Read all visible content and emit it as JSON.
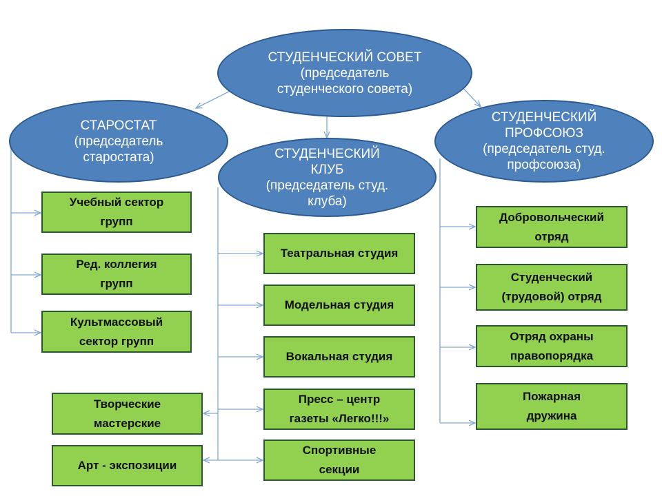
{
  "nodes": {
    "council": {
      "lines": [
        "СТУДЕНЧЕСКИЙ СОВЕТ",
        "(председатель",
        "студенческого совета)"
      ]
    },
    "starostat": {
      "lines": [
        "СТАРОСТАТ",
        "(председатель",
        "старостата)"
      ]
    },
    "club": {
      "lines": [
        "СТУДЕНЧЕСКИЙ",
        "КЛУБ",
        "(председатель студ.",
        "клуба)"
      ]
    },
    "union": {
      "lines": [
        "СТУДЕНЧЕСКИЙ",
        "ПРОФСОЮЗ",
        "(председатель студ.",
        "профсоюза)"
      ]
    }
  },
  "starostat_sectors": [
    {
      "lines": [
        "Учебный сектор",
        "групп"
      ]
    },
    {
      "lines": [
        "Ред. коллегия",
        "групп"
      ]
    },
    {
      "lines": [
        "Культмассовый",
        "сектор групп"
      ]
    }
  ],
  "club_sections": [
    {
      "lines": [
        "Театральная студия"
      ]
    },
    {
      "lines": [
        "Модельная студия"
      ]
    },
    {
      "lines": [
        "Вокальная студия"
      ]
    },
    {
      "lines": [
        "Пресс – центр",
        "газеты «Легко!!!»"
      ]
    },
    {
      "lines": [
        "Спортивные",
        "секции"
      ]
    }
  ],
  "club_extra": [
    {
      "lines": [
        "Творческие",
        "мастерские"
      ]
    },
    {
      "lines": [
        "Арт - экспозиции"
      ]
    }
  ],
  "union_units": [
    {
      "lines": [
        "Добровольческий",
        "отряд"
      ]
    },
    {
      "lines": [
        "Студенческий",
        "(трудовой) отряд"
      ]
    },
    {
      "lines": [
        "Отряд охраны",
        "правопорядка"
      ]
    },
    {
      "lines": [
        "Пожарная",
        "дружина"
      ]
    }
  ],
  "colors": {
    "ellipse_fill": "#4f81bd",
    "ellipse_border": "#2c5a8e",
    "box_fill": "#92d050",
    "box_border": "#2a5630",
    "connector": "#7ea7d8"
  }
}
